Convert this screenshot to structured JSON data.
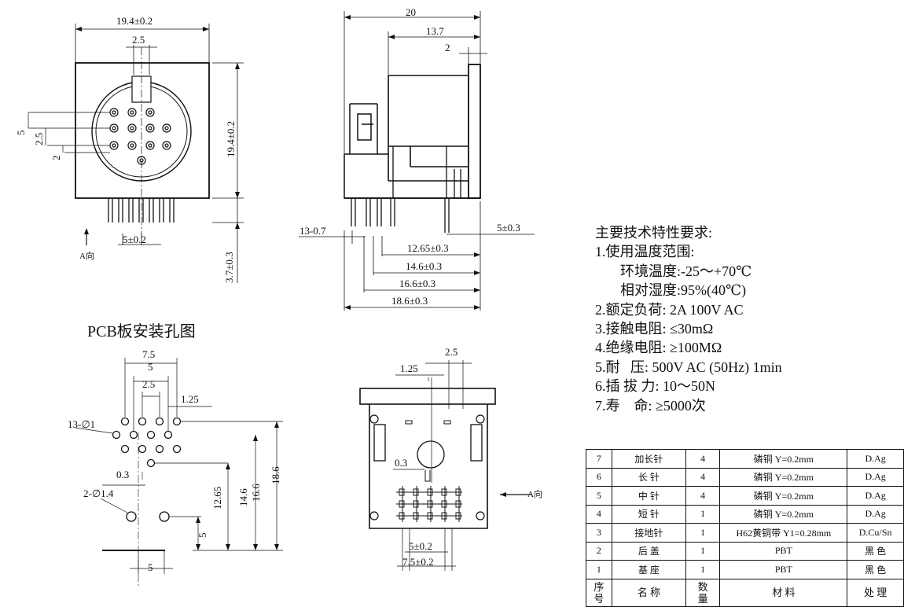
{
  "dims": {
    "front_width": "19.4±0.2",
    "front_height": "19.4±0.2",
    "key_width": "2.5",
    "pin_pitch_5": "5",
    "pin_pitch_2_5": "2.5",
    "pin_pitch_2": "2",
    "pin_spacing": "5±0.2",
    "pin_length": "3.7±0.3",
    "view_a": "A向",
    "side_total": "20",
    "side_13_7": "13.7",
    "side_2": "2",
    "side_13_0_7": "13-0.7",
    "side_5_0_3": "5±0.3",
    "side_12_65": "12.65±0.3",
    "side_14_6": "14.6±0.3",
    "side_16_6": "16.6±0.3",
    "side_18_6": "18.6±0.3",
    "pcb_title": "PCB板安装孔图",
    "pcb_7_5": "7.5",
    "pcb_5": "5",
    "pcb_2_5": "2.5",
    "pcb_1_25": "1.25",
    "pcb_hole_13": "13-∅1",
    "pcb_0_3": "0.3",
    "pcb_hole_2": "2-∅1.4",
    "pcb_12_65": "12.65",
    "pcb_14_6": "14.6",
    "pcb_16_6": "16.6",
    "pcb_18_6": "18.6",
    "pcb_v5": "5",
    "pcb_bottom_5": "5",
    "bottom_1_25": "1.25",
    "bottom_2_5": "2.5",
    "bottom_0_3": "0.3",
    "bottom_5_0_2": "5±0.2",
    "bottom_7_5_0_2": "7.5±0.2",
    "bottom_view_a": "A向"
  },
  "specs": {
    "title": "主要技术特性要求:",
    "l1": "1.使用温度范围:",
    "l1a": "环境温度:-25～+70℃",
    "l1b": "相对湿度:95%(40℃)",
    "l2": "2.额定负荷: 2A 100V AC",
    "l3": "3.接触电阻: ≤30mΩ",
    "l4": "4.绝缘电阻: ≥100MΩ",
    "l5": "5.耐   压: 500V AC (50Hz) 1min",
    "l6": "6.插 拔 力: 10～50N",
    "l7": "7.寿    命: ≥5000次"
  },
  "bom": {
    "rows": [
      [
        "7",
        "加长针",
        "4",
        "磷铜 Y=0.2mm",
        "D.Ag"
      ],
      [
        "6",
        "长  针",
        "4",
        "磷铜 Y=0.2mm",
        "D.Ag"
      ],
      [
        "5",
        "中  针",
        "4",
        "磷铜 Y=0.2mm",
        "D.Ag"
      ],
      [
        "4",
        "短  针",
        "1",
        "磷铜 Y=0.2mm",
        "D.Ag"
      ],
      [
        "3",
        "接地针",
        "1",
        "H62黄铜带 Y1=0.28mm",
        "D.Cu/Sn"
      ],
      [
        "2",
        "后  盖",
        "1",
        "PBT",
        "黑 色"
      ],
      [
        "1",
        "基  座",
        "1",
        "PBT",
        "黑 色"
      ]
    ],
    "header": [
      "序号",
      "名  称",
      "数量",
      "材   料",
      "处   理"
    ]
  }
}
